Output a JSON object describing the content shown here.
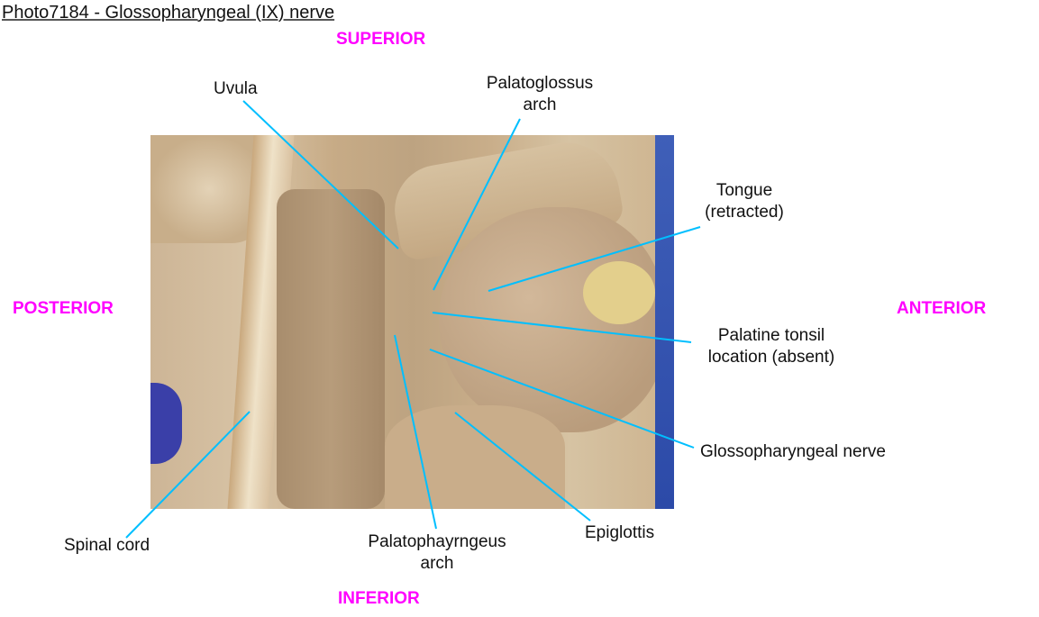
{
  "title": "Photo7184 - Glossopharyngeal (IX) nerve",
  "directions": {
    "superior": "SUPERIOR",
    "inferior": "INFERIOR",
    "posterior": "POSTERIOR",
    "anterior": "ANTERIOR"
  },
  "labels": {
    "uvula": "Uvula",
    "palatoglossus_1": "Palatoglossus",
    "palatoglossus_2": "arch",
    "tongue_1": "Tongue",
    "tongue_2": "(retracted)",
    "tonsil_1": "Palatine tonsil",
    "tonsil_2": "location (absent)",
    "glosso": "Glossopharyngeal nerve",
    "epiglottis": "Epiglottis",
    "palatopharyngeus_1": "Palatophayrngeus",
    "palatopharyngeus_2": "arch",
    "spinal": "Spinal cord"
  },
  "colors": {
    "direction": "#ff00ff",
    "leader": "#00bfff"
  }
}
